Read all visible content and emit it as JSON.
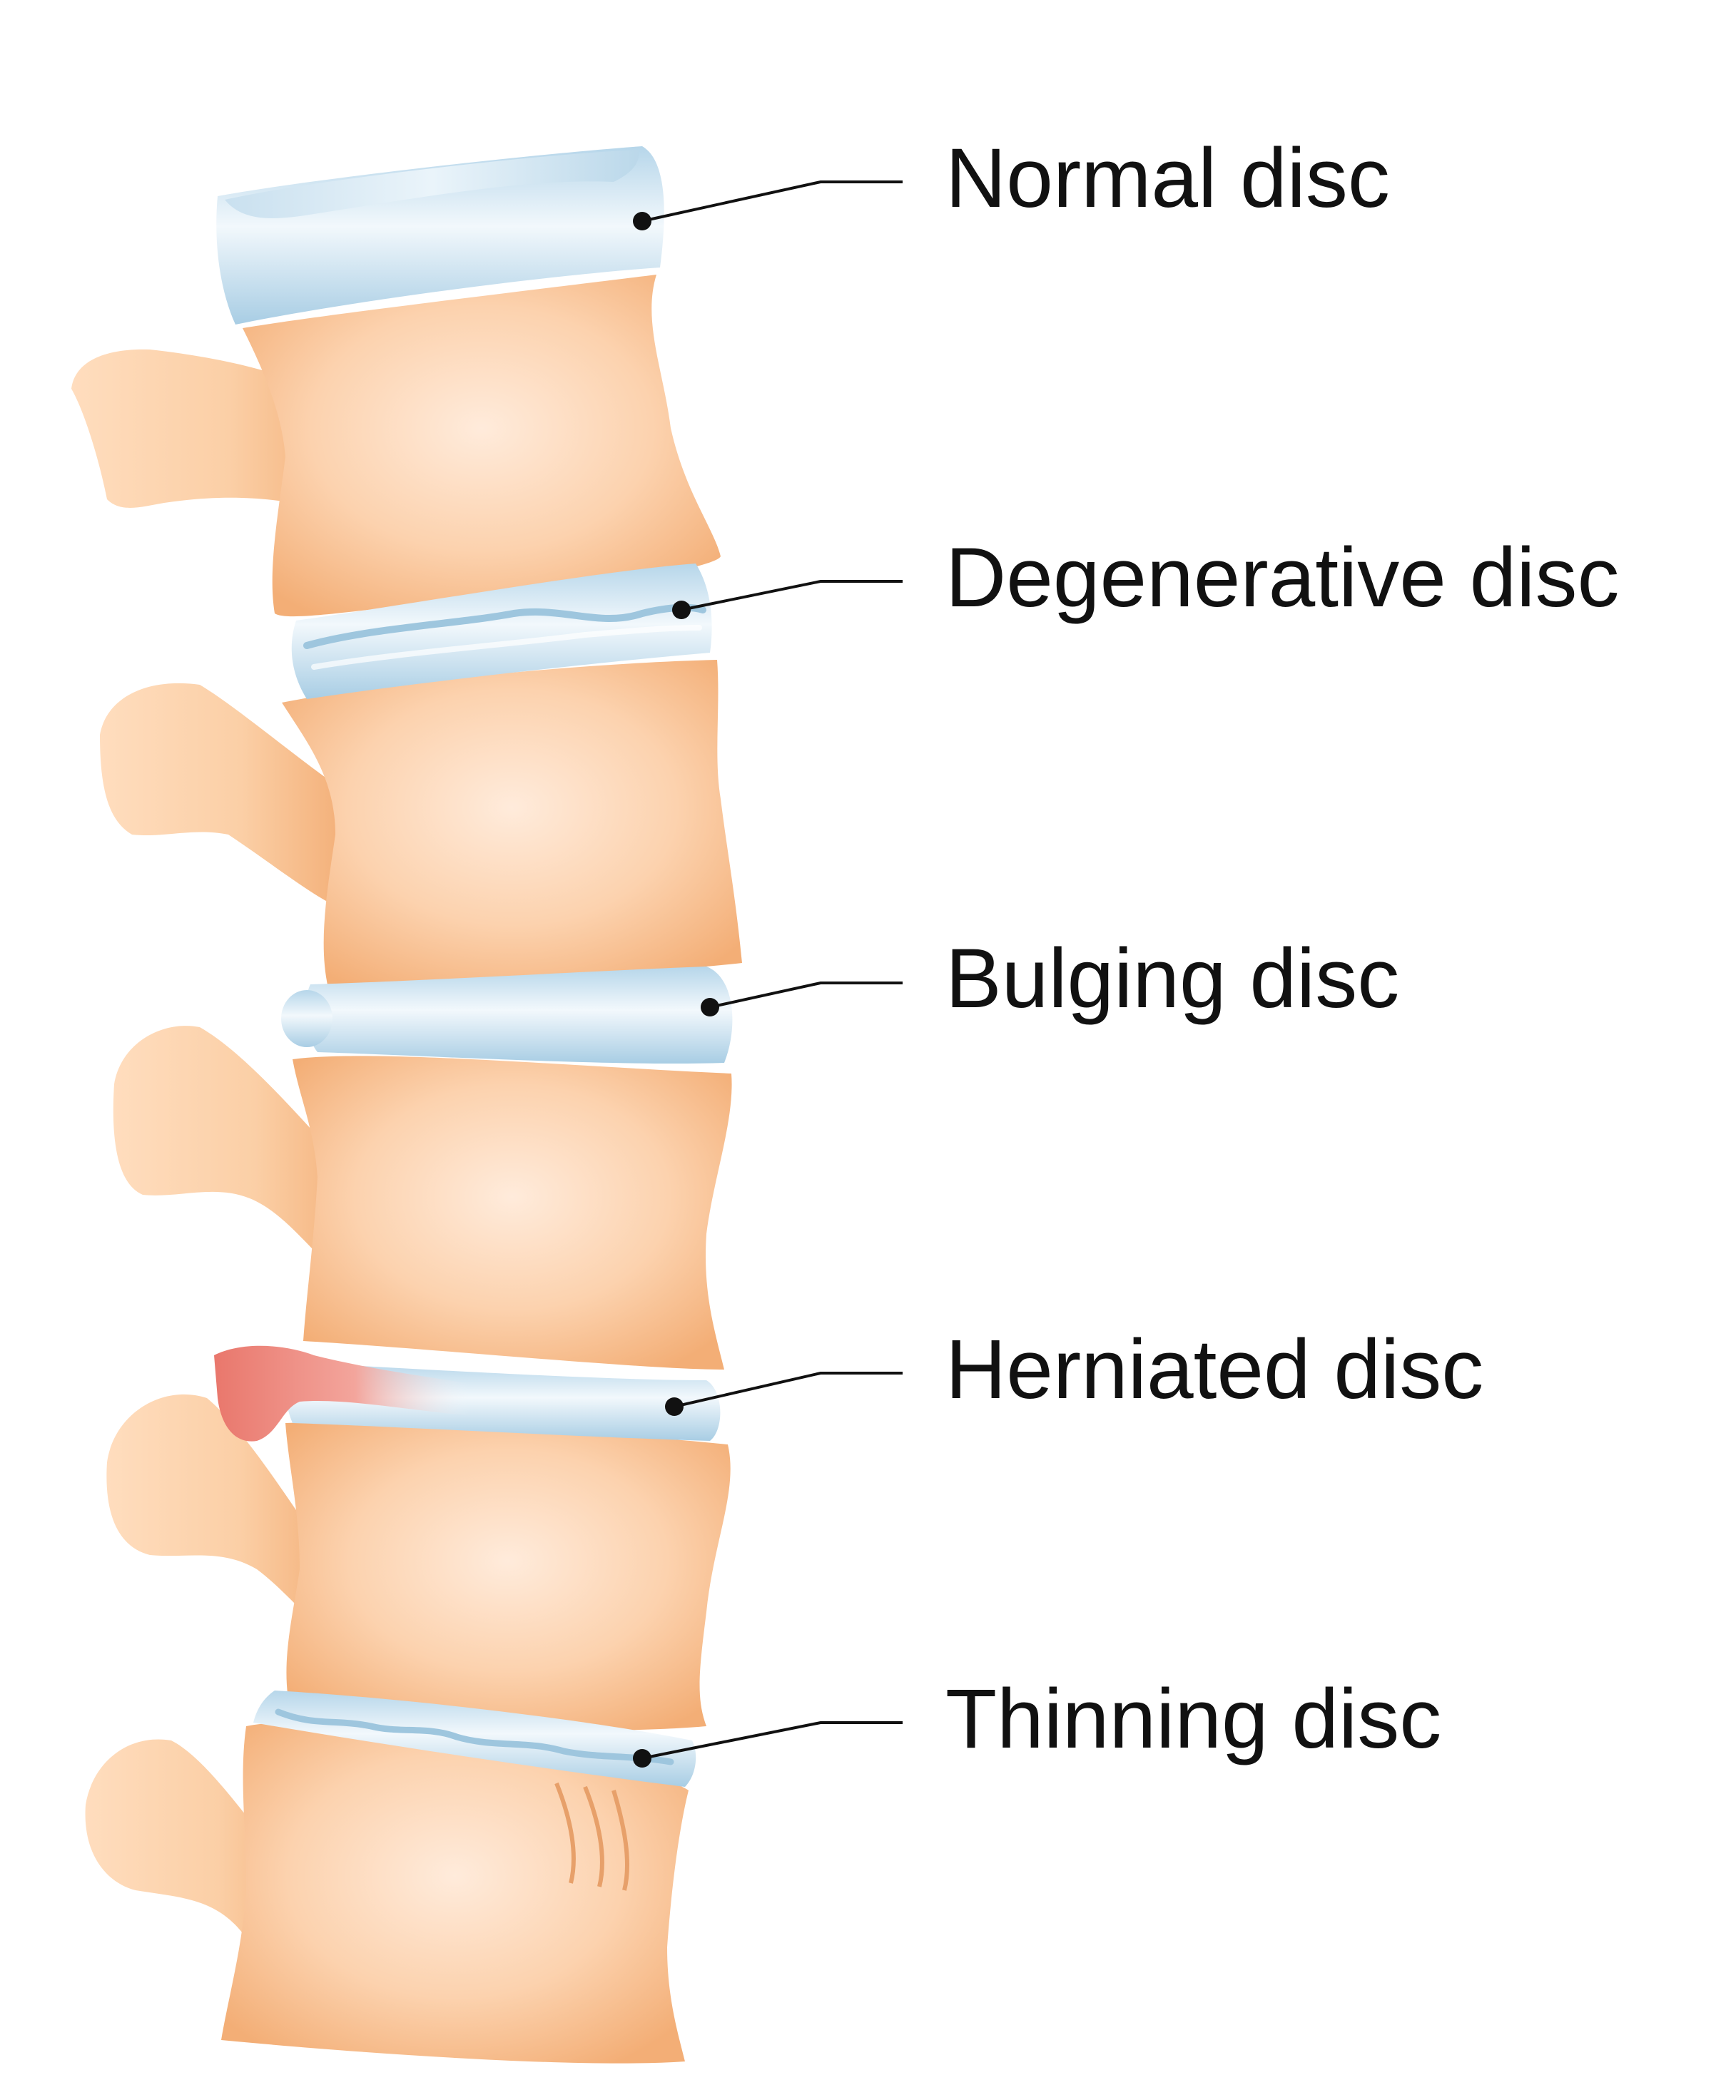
{
  "labels": {
    "normal": "Normal disc",
    "degenerative": "Degenerative disc",
    "bulging": "Bulging disc",
    "herniated": "Herniated disc",
    "thinning": "Thinning disc"
  },
  "colors": {
    "bone_light": "#FFE3CC",
    "bone_dark": "#F5B27E",
    "disc_light": "#EEF6FB",
    "disc_dark": "#A9CFE6",
    "hernia": "#EC8A80",
    "leader_line": "#111111"
  }
}
